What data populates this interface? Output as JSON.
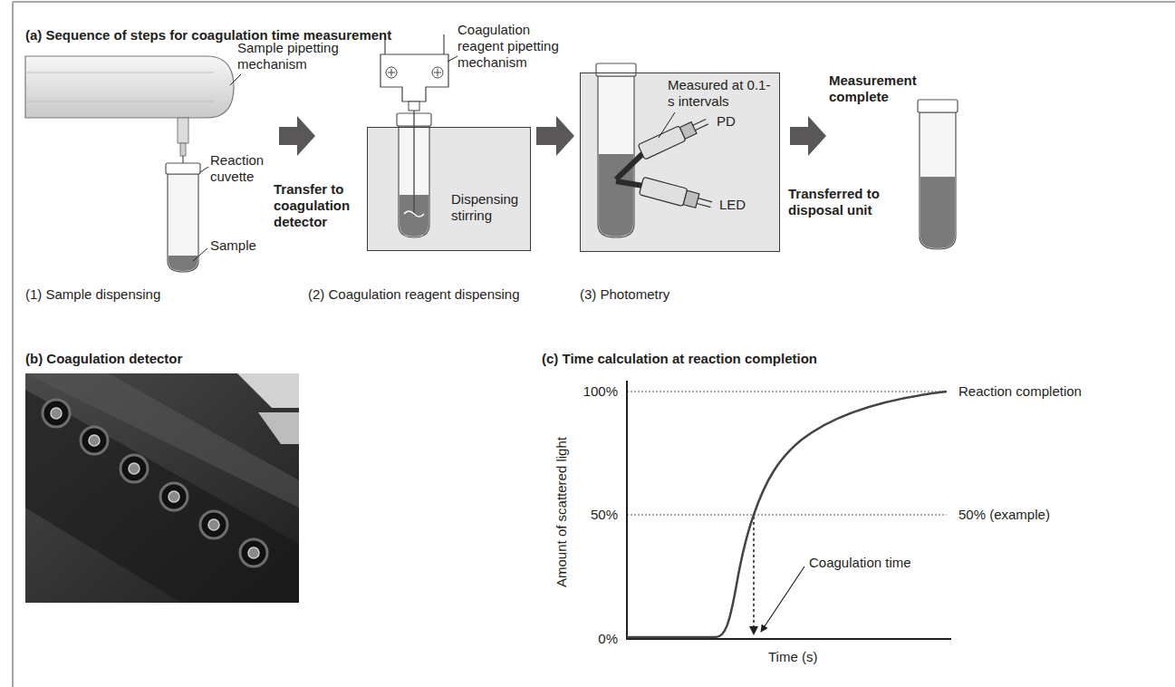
{
  "diagram": {
    "nodes": [
      {
        "text": [
          "Dispensing stirring"
        ]
      },
      {
        "text": [
          "Measured at 0.1-s intervals",
          "PD",
          "LED"
        ]
      }
    ],
    "edges": [
      {
        "from": 0,
        "to": 1,
        "arrow": "to"
      }
    ],
    "labels": [
      "(a) Sequence of steps for coagulation time measurement",
      "Sample pipetting mechanism",
      "Reaction cuvette",
      "Sample",
      "Transfer to coagulation detector",
      "Coagulation reagent pipetting mechanism",
      "Measurement complete",
      "Transferred to disposal unit",
      "(1) Sample dispensing",
      "(2) Coagulation reagent dispensing",
      "(3) Photometry",
      "(b) Coagulation detector",
      "(c) Time calculation at reaction completion",
      "100%",
      "50%",
      "0%",
      "Amount of scattered light",
      "Time (s)",
      "Reaction completion",
      "50% (example)",
      "Coagulation time"
    ]
  }
}
